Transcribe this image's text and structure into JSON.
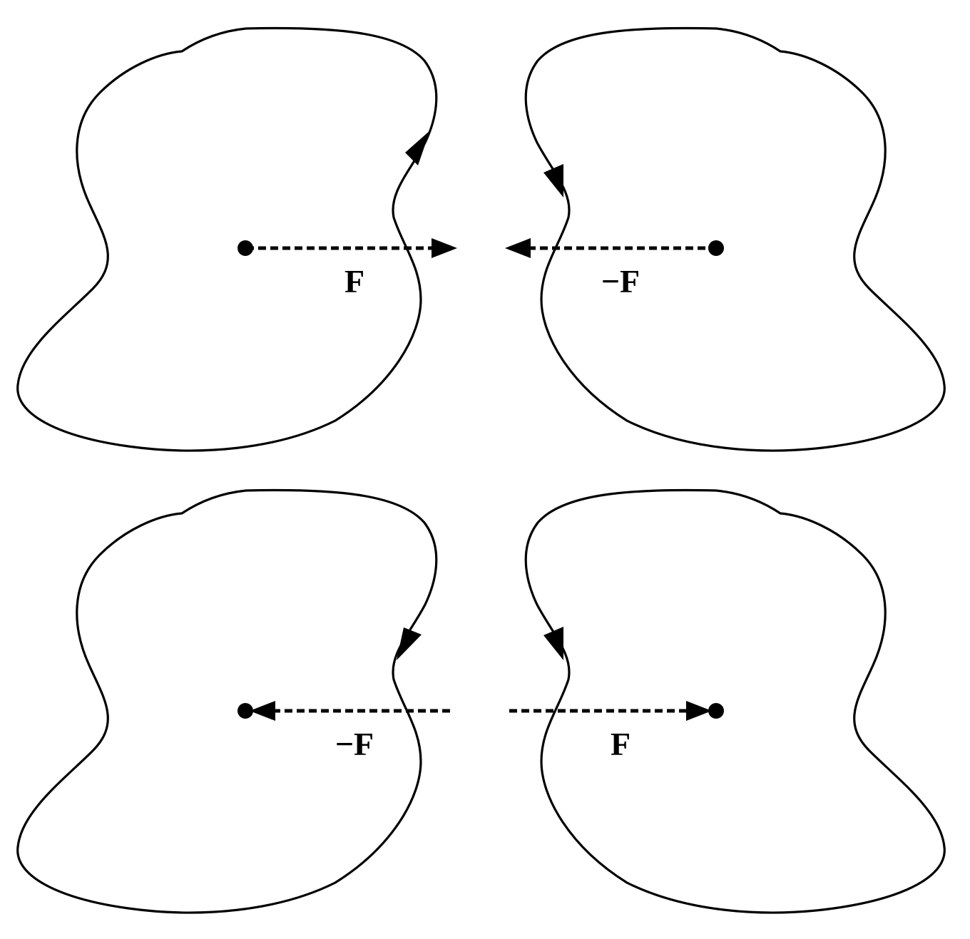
{
  "panels": [
    {
      "id": "top-pair",
      "left_loop": {
        "circulation_arrow": "up",
        "force_label": "F",
        "force_direction": "right"
      },
      "right_loop": {
        "circulation_arrow": "down",
        "force_label": "−F",
        "force_direction": "left"
      }
    },
    {
      "id": "bottom-pair",
      "left_loop": {
        "circulation_arrow": "down",
        "force_label": "−F",
        "force_direction": "left"
      },
      "right_loop": {
        "circulation_arrow": "down",
        "force_label": "F",
        "force_direction": "right"
      }
    }
  ],
  "colors": {
    "stroke": "#000000",
    "background": "#ffffff"
  }
}
